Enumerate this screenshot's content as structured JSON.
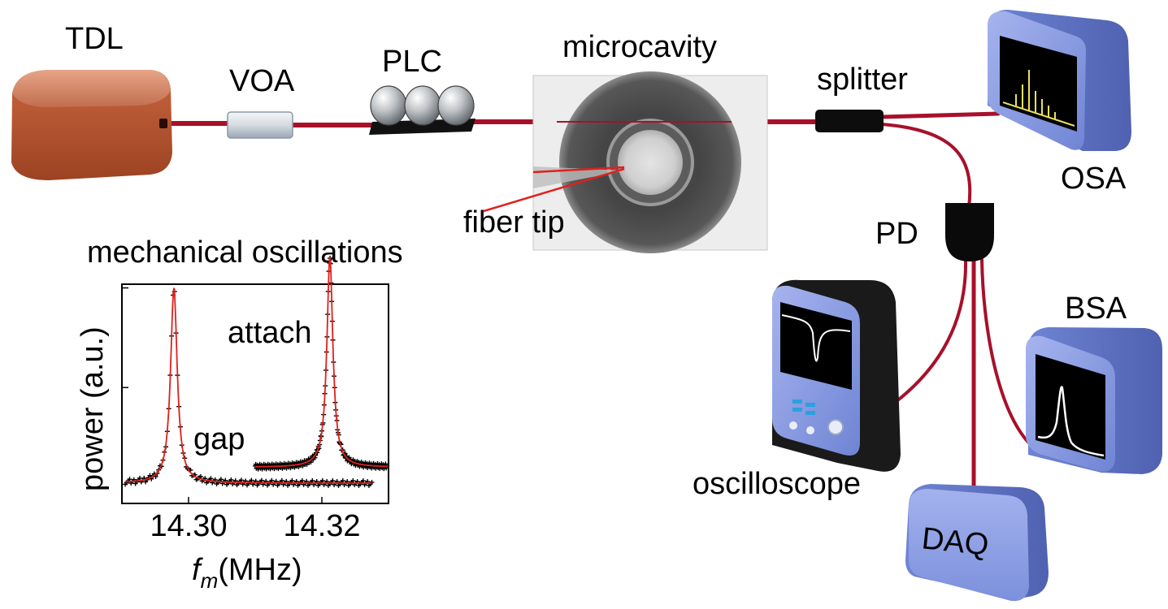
{
  "labels": {
    "tdl": "TDL",
    "voa": "VOA",
    "plc": "PLC",
    "microcavity": "microcavity",
    "splitter": "splitter",
    "osa": "OSA",
    "pd": "PD",
    "fiber_tip": "fiber tip",
    "bsa": "BSA",
    "oscilloscope": "oscilloscope",
    "daq": "DAQ",
    "mechanical_oscillations": "mechanical oscillations"
  },
  "colors": {
    "fiber": "#a8102a",
    "device_blue": "#7f93dd",
    "tdl_body": "#b85a3a",
    "fit_curve": "#e0201c",
    "screen": "#000000",
    "osa_trace": "#e8e05a"
  },
  "chart_data": {
    "type": "scatter",
    "title": "mechanical oscillations",
    "xlabel": "f_m (MHz)",
    "xlabel_main": "f",
    "xlabel_sub": "m",
    "xlabel_unit": "(MHz)",
    "ylabel": "power (a.u.)",
    "xlim": [
      14.29,
      14.33
    ],
    "xticks": [
      14.3,
      14.32
    ],
    "xtick_labels": [
      "14.30",
      "14.32"
    ],
    "ylim": [
      0,
      1.1
    ],
    "grid": false,
    "series": [
      {
        "name": "gap",
        "center": 14.2978,
        "width": 0.0006,
        "baseline": 0.02,
        "peak": 1.0,
        "x_range": [
          14.2905,
          14.3275
        ],
        "fit_color": "#e0201c"
      },
      {
        "name": "attach",
        "center": 14.3212,
        "width": 0.00055,
        "baseline": 0.1,
        "peak": 1.15,
        "x_range": [
          14.31,
          14.33
        ],
        "fit_color": "#e0201c"
      }
    ],
    "annotations": [
      "gap",
      "attach"
    ]
  }
}
